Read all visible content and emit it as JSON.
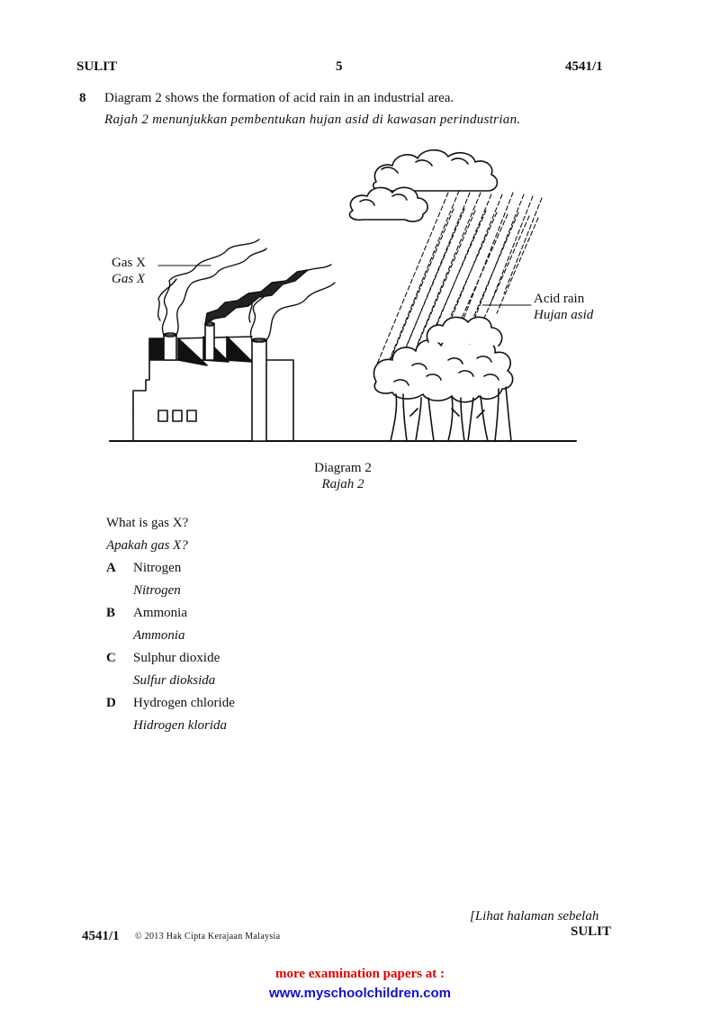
{
  "header": {
    "left": "SULIT",
    "page": "5",
    "code": "4541/1"
  },
  "question": {
    "number": "8",
    "text_en": "Diagram 2 shows the formation of acid rain in an industrial area.",
    "text_ms": "Rajah 2 menunjukkan pembentukan hujan asid di kawasan perindustrian."
  },
  "diagram": {
    "label_gas_en": "Gas X",
    "label_gas_ms": "Gas X",
    "label_rain_en": "Acid rain",
    "label_rain_ms": "Hujan asid",
    "caption_en": "Diagram 2",
    "caption_ms": "Rajah 2"
  },
  "ask": {
    "en": "What is gas X?",
    "ms": "Apakah gas X?"
  },
  "options": [
    {
      "letter": "A",
      "en": "Nitrogen",
      "ms": "Nitrogen"
    },
    {
      "letter": "B",
      "en": "Ammonia",
      "ms": "Ammonia"
    },
    {
      "letter": "C",
      "en": "Sulphur dioxide",
      "ms": "Sulfur dioksida"
    },
    {
      "letter": "D",
      "en": "Hydrogen chloride",
      "ms": "Hidrogen klorida"
    }
  ],
  "footer": {
    "code": "4541/1",
    "copyright": "© 2013 Hak Cipta Kerajaan Malaysia",
    "next_page": "[Lihat halaman sebelah",
    "sulit": "SULIT"
  },
  "promo": {
    "line1": "more examination papers at :",
    "line2": "www.myschoolchildren.com"
  },
  "colors": {
    "promo_red": "#e00000",
    "promo_blue": "#1010d0"
  }
}
